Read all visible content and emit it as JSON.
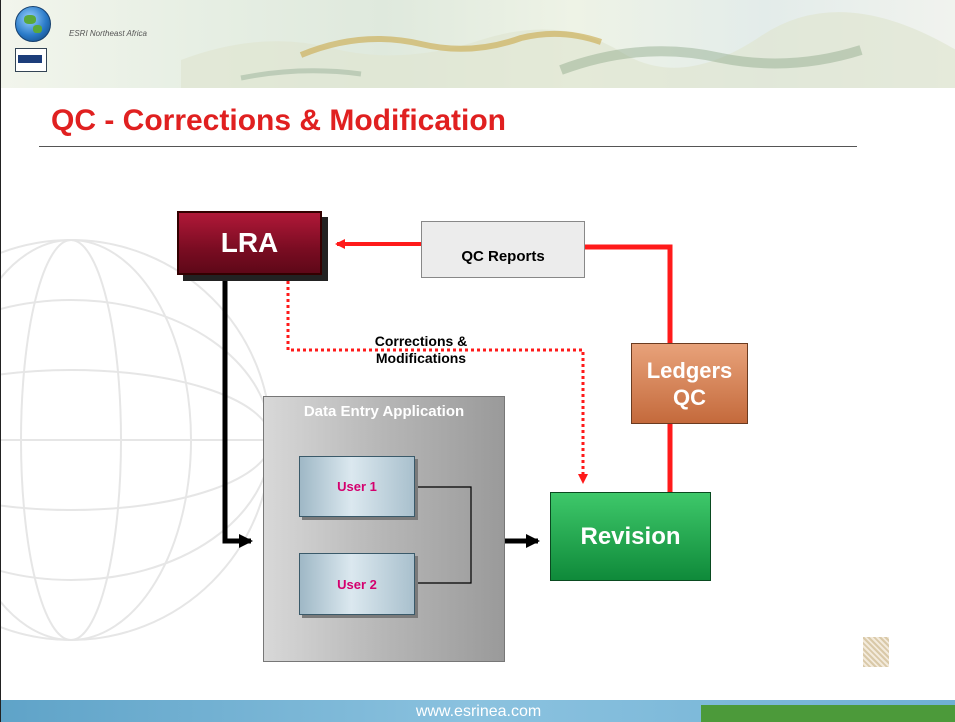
{
  "header": {
    "tagline": "ESRI Northeast Africa",
    "logo_icon": "esri-globe-logo-icon"
  },
  "slide": {
    "title": "QC - Corrections & Modification"
  },
  "diagram": {
    "lra": "LRA",
    "qc_reports": "QC Reports",
    "corrections_line1": "Corrections &",
    "corrections_line2": "Modifications",
    "data_entry_application": "Data Entry Application",
    "user1": "User 1",
    "user2": "User 2",
    "revision": "Revision",
    "ledgers_line1": "Ledgers",
    "ledgers_line2": "QC"
  },
  "colors": {
    "title": "#e02020",
    "flow_red": "#ff1a1a",
    "flow_black": "#000000",
    "lra": "#8a0f28",
    "ledgers": "#d9865a",
    "revision": "#1aa04a",
    "user_text": "#d4006e"
  },
  "footer": {
    "url": "www.esrinea.com"
  }
}
